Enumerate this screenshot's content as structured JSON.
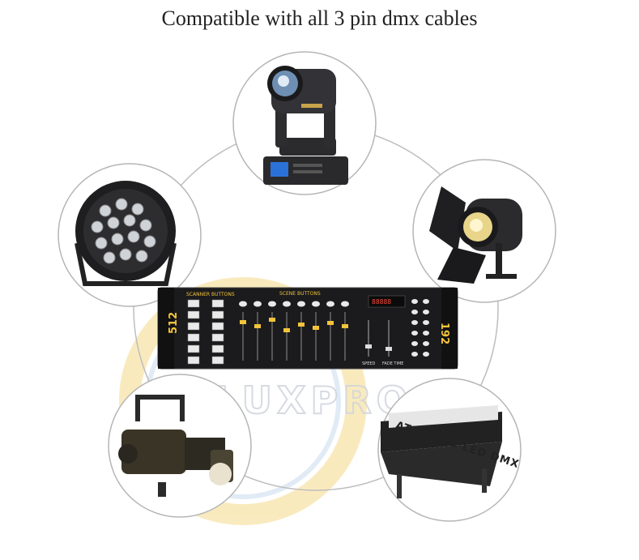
{
  "headline": "Compatible with all 3 pin dmx cables",
  "watermark": {
    "text": "LUXPRO",
    "ring_color": "#f5d98a",
    "ring_color2": "#c9dcef"
  },
  "colors": {
    "circle_stroke": "#bdbdbd",
    "controller_body": "#1b1b1d",
    "accent": "#f3c43a"
  },
  "controller": {
    "scanner_label": "SCANNER BUTTONS",
    "scene_label": "SCENE BUTTONS",
    "left_badge": "512",
    "right_badge": "192",
    "display": "88888",
    "speed_label": "SPEED",
    "fade_label": "FADE TIME"
  },
  "led_bar": {
    "text": "ATL-ZMKC LED DMX"
  },
  "fixtures": [
    {
      "name": "moving-head"
    },
    {
      "name": "barndoor-spotlight"
    },
    {
      "name": "led-strobe"
    },
    {
      "name": "ellipsoidal-profile"
    },
    {
      "name": "par-can"
    }
  ]
}
